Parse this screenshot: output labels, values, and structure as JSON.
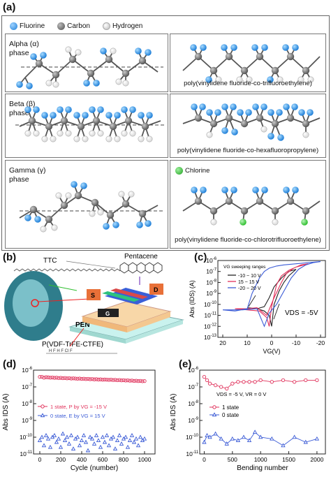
{
  "panel_labels": {
    "a": "(a)",
    "b": "(b)",
    "c": "(c)",
    "d": "(d)",
    "e": "(e)"
  },
  "legend": {
    "fluorine": "Fluorine",
    "carbon": "Carbon",
    "hydrogen": "Hydrogen",
    "chlorine": "Chlorine"
  },
  "rows": [
    {
      "phase_name": "Alpha (α)",
      "phase_word": "phase",
      "copolymer": "poly(vinylidene fluoride-co-trifluoroethylene)"
    },
    {
      "phase_name": "Beta (β)",
      "phase_word": "phase",
      "copolymer": "poly(vinylidene fluoride-co-hexafluoropropylene)"
    },
    {
      "phase_name": "Gamma (γ)",
      "phase_word": "phase",
      "copolymer": "poly(vinylidene fluoride-co-chlorotrifluoroethylene)"
    }
  ],
  "device": {
    "ttc": "TTC",
    "pentacene": "Pentacene",
    "source": "S",
    "drain": "D",
    "gate": "G",
    "pen": "PEN",
    "polymer": "P(VDF-TrFE-CTFE)"
  },
  "panel_c": {
    "ylabel": "Abs (I_DS) (A)",
    "xlabel": "V_G(V)",
    "legend_title": "V_G sweeping ranges",
    "annotation": "V_DS = -5V"
  },
  "panel_d": {
    "ylabel": "Abs I_DS (A)",
    "xlabel": "Cycle (number)",
    "legend": [
      "1 state, P by V_G = -15 V",
      "0 state, E by V_G = 15 V"
    ]
  },
  "panel_e": {
    "ylabel": "Abs I_DS (A)",
    "xlabel": "Bending number",
    "annotation": "V_DS = -5 V, V_R = 0 V",
    "legend": [
      "1 state",
      "0 state"
    ]
  },
  "colors": {
    "fluorine": "#1f7fd8",
    "carbon": "#555555",
    "hydrogen": "#d8d8d8",
    "chlorine": "#2fbf2f",
    "red": "#e0305a",
    "blue": "#3b5bd6",
    "black": "#222222"
  },
  "chart_data": [
    {
      "type": "line",
      "panel": "c",
      "xlabel": "V_G(V)",
      "ylabel": "Abs (I_DS) (A)",
      "x_ticks": [
        20,
        10,
        0,
        -10,
        -20
      ],
      "y_ticks": [
        "10^-13",
        "10^-12",
        "10^-11",
        "10^-10",
        "10^-9",
        "10^-8",
        "10^-7",
        "10^-6"
      ],
      "xlim": [
        22,
        -22
      ],
      "ylim_exp": [
        -13,
        -6
      ],
      "yscale": "log",
      "legend_title": "V_G sweeping ranges",
      "series": [
        {
          "name": "-10 ~ 10 V",
          "color": "#222222",
          "x": [
            10,
            6,
            3,
            1,
            0,
            -1,
            -3,
            -5,
            -7,
            -10,
            -7,
            -4,
            -1,
            1,
            3,
            6,
            10
          ],
          "y_exp": [
            -10.3,
            -10.4,
            -10.6,
            -11.0,
            -12.0,
            -10.0,
            -8.8,
            -8.0,
            -7.4,
            -6.8,
            -7.0,
            -7.6,
            -8.4,
            -9.4,
            -10.2,
            -10.4,
            -10.3
          ]
        },
        {
          "name": "15 ~ 15 V",
          "color": "#e0305a",
          "x": [
            15,
            10,
            5,
            2,
            1,
            0,
            -2,
            -4,
            -7,
            -10,
            -15,
            -12,
            -9,
            -6,
            -4,
            -1,
            2,
            6,
            10,
            15
          ],
          "y_exp": [
            -10.4,
            -10.5,
            -10.6,
            -11.2,
            -12.0,
            -10.2,
            -8.2,
            -7.4,
            -6.9,
            -6.6,
            -6.3,
            -6.4,
            -6.7,
            -7.2,
            -8.0,
            -9.4,
            -11.0,
            -10.3,
            -10.4,
            -10.4
          ]
        },
        {
          "name": "-20 ~ 20 V",
          "color": "#3b5bd6",
          "x": [
            20,
            15,
            10,
            8,
            5,
            3,
            1,
            -2,
            -5,
            -10,
            -15,
            -20,
            -17,
            -14,
            -11,
            -8,
            -5,
            -2,
            1,
            3,
            6,
            12,
            20
          ],
          "y_exp": [
            -10.5,
            -10.6,
            -10.4,
            -9.0,
            -7.6,
            -7.0,
            -6.7,
            -6.5,
            -6.4,
            -6.3,
            -6.2,
            -6.1,
            -6.2,
            -6.4,
            -6.8,
            -7.6,
            -8.8,
            -10.0,
            -10.8,
            -12.0,
            -10.4,
            -10.5,
            -10.5
          ]
        }
      ],
      "annotation": "V_DS = -5V"
    },
    {
      "type": "scatter",
      "panel": "d",
      "xlabel": "Cycle (number)",
      "ylabel": "Abs I_DS (A)",
      "x_ticks": [
        0,
        200,
        400,
        600,
        800,
        1000
      ],
      "y_ticks": [
        "10^-11",
        "10^-10",
        "10^-9",
        "10^-8",
        "10^-7",
        "10^-6"
      ],
      "xlim": [
        -60,
        1100
      ],
      "ylim_exp": [
        -11,
        -6
      ],
      "yscale": "log",
      "series": [
        {
          "name": "1 state, P by V_G = -15 V",
          "color": "#e0305a",
          "marker": "circle",
          "x_step": 20,
          "x_start": 0,
          "y_exp": [
            -6.4,
            -6.4,
            -6.45,
            -6.42,
            -6.43,
            -6.45,
            -6.44,
            -6.46,
            -6.45,
            -6.47,
            -6.46,
            -6.48,
            -6.47,
            -6.49,
            -6.48,
            -6.5,
            -6.49,
            -6.5,
            -6.51,
            -6.5,
            -6.52,
            -6.51,
            -6.53,
            -6.52,
            -6.54,
            -6.53,
            -6.55,
            -6.54,
            -6.56,
            -6.55,
            -6.57,
            -6.56,
            -6.57,
            -6.58,
            -6.57,
            -6.59,
            -6.58,
            -6.6,
            -6.59,
            -6.61,
            -6.6,
            -6.62,
            -6.61,
            -6.63,
            -6.62,
            -6.64,
            -6.63,
            -6.65,
            -6.64,
            -6.66,
            -6.65
          ]
        },
        {
          "name": "0 state, E by V_G = 15 V",
          "color": "#3b5bd6",
          "marker": "triangle",
          "x_step": 20,
          "x_start": 0,
          "y_exp": [
            -10.2,
            -10.0,
            -10.5,
            -9.9,
            -10.1,
            -10.6,
            -10.0,
            -9.9,
            -10.3,
            -10.1,
            -10.6,
            -9.8,
            -10.2,
            -10.0,
            -10.4,
            -9.9,
            -10.7,
            -10.1,
            -10.0,
            -10.5,
            -10.2,
            -9.9,
            -10.3,
            -10.8,
            -10.0,
            -10.1,
            -10.4,
            -9.9,
            -10.2,
            -10.6,
            -10.0,
            -10.3,
            -9.9,
            -10.5,
            -10.1,
            -10.0,
            -10.7,
            -10.2,
            -9.9,
            -10.4,
            -10.1,
            -10.0,
            -10.6,
            -10.2,
            -9.9,
            -10.3,
            -10.1,
            -10.5,
            -10.0,
            -10.2,
            -10.1
          ]
        }
      ]
    },
    {
      "type": "line",
      "panel": "e",
      "xlabel": "Bending number",
      "ylabel": "Abs I_DS (A)",
      "x_ticks": [
        0,
        500,
        1000,
        1500,
        2000
      ],
      "y_ticks": [
        "10^-11",
        "10^-10",
        "10^-9",
        "10^-8",
        "10^-7",
        "10^-6"
      ],
      "xlim": [
        -80,
        2150
      ],
      "ylim_exp": [
        -11,
        -6
      ],
      "yscale": "log",
      "annotation": "V_DS = -5 V, V_R = 0 V",
      "series": [
        {
          "name": "1 state",
          "color": "#e0305a",
          "marker": "circle",
          "x": [
            0,
            50,
            100,
            200,
            300,
            400,
            500,
            600,
            700,
            800,
            900,
            1000,
            1200,
            1400,
            1600,
            1800,
            2000
          ],
          "y_exp": [
            -6.4,
            -6.6,
            -6.8,
            -6.9,
            -7.0,
            -7.1,
            -6.8,
            -6.7,
            -6.7,
            -6.7,
            -6.7,
            -6.6,
            -6.7,
            -6.6,
            -6.7,
            -6.6,
            -6.6
          ]
        },
        {
          "name": "0 state",
          "color": "#3b5bd6",
          "marker": "triangle",
          "x": [
            0,
            50,
            100,
            200,
            300,
            400,
            500,
            600,
            700,
            800,
            900,
            1000,
            1200,
            1400,
            1600,
            1800,
            2000
          ],
          "y_exp": [
            -10.3,
            -9.9,
            -10.0,
            -9.8,
            -10.1,
            -10.4,
            -10.1,
            -10.2,
            -10.0,
            -10.2,
            -9.7,
            -10.0,
            -10.1,
            -10.5,
            -10.0,
            -10.3,
            -10.1
          ]
        }
      ]
    }
  ]
}
